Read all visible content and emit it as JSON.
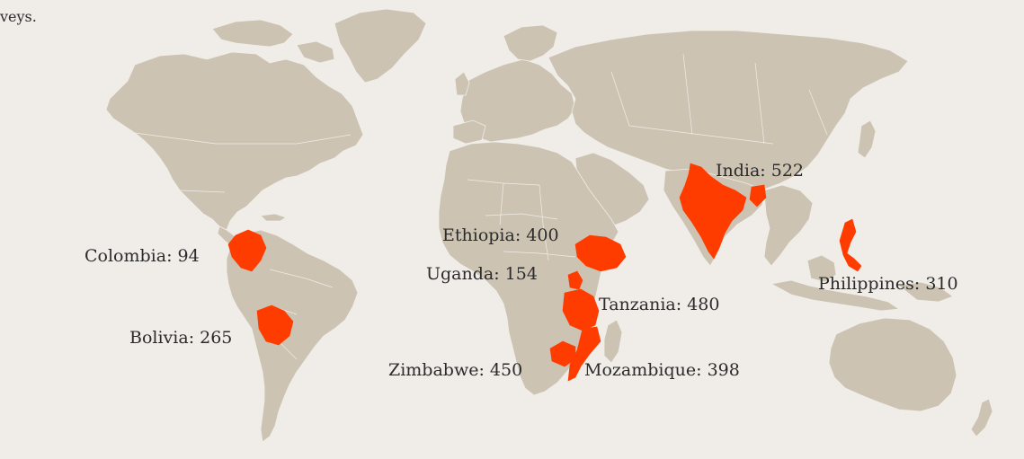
{
  "map": {
    "caption_fragment": "veys.",
    "colors": {
      "background": "#f0ede8",
      "land": "#cdc3b2",
      "highlight": "#ff3c00",
      "label": "#2b2b2b"
    },
    "countries": [
      {
        "name": "India",
        "value": 522,
        "label": "India: 522"
      },
      {
        "name": "Ethiopia",
        "value": 400,
        "label": "Ethiopia: 400"
      },
      {
        "name": "Colombia",
        "value": 94,
        "label": "Colombia: 94"
      },
      {
        "name": "Uganda",
        "value": 154,
        "label": "Uganda: 154"
      },
      {
        "name": "Tanzania",
        "value": 480,
        "label": "Tanzania: 480"
      },
      {
        "name": "Philippines",
        "value": 310,
        "label": "Philippines: 310"
      },
      {
        "name": "Bolivia",
        "value": 265,
        "label": "Bolivia: 265"
      },
      {
        "name": "Zimbabwe",
        "value": 450,
        "label": "Zimbabwe: 450"
      },
      {
        "name": "Mozambique",
        "value": 398,
        "label": "Mozambique: 398"
      }
    ]
  }
}
